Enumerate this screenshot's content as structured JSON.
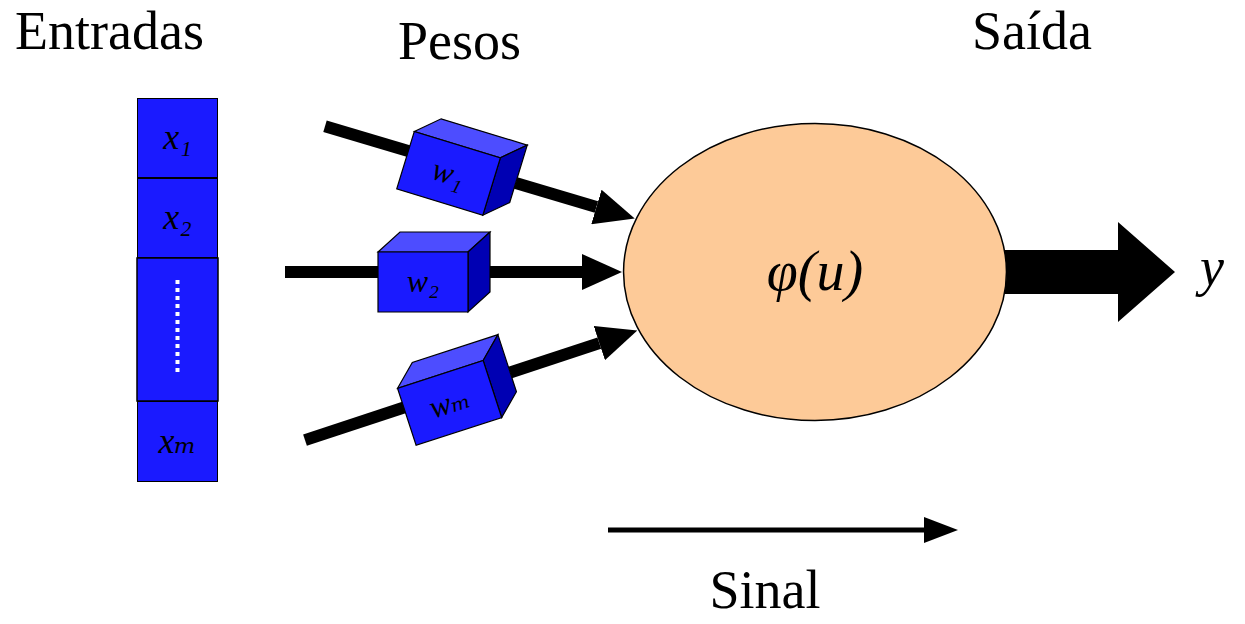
{
  "diagram": {
    "nodes": [
      {
        "text": [
          "x₁"
        ]
      },
      {
        "text": [
          "x₂"
        ]
      },
      {
        "text": [
          "xₘ"
        ]
      },
      {
        "text": [
          "w₁"
        ]
      },
      {
        "text": [
          "w₂"
        ]
      },
      {
        "text": [
          "wₘ"
        ]
      },
      {
        "text": [
          "φ(u)"
        ]
      }
    ],
    "edges": [
      {
        "from": 3,
        "to": 6,
        "arrow": "to"
      },
      {
        "from": 4,
        "to": 6,
        "arrow": "to"
      },
      {
        "from": 5,
        "to": 6,
        "arrow": "to"
      }
    ],
    "labels": [
      "Entradas",
      "Pesos",
      "Saída",
      "y",
      "Sinal"
    ]
  }
}
